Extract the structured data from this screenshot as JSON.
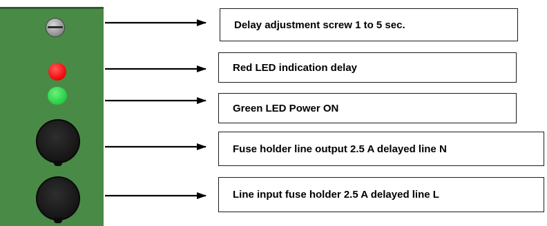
{
  "labels": {
    "screw": "Delay adjustment screw 1 to 5 sec.",
    "red_led": "Red LED indication delay",
    "green_led": "Green LED Power ON",
    "fuse_output": "Fuse holder line output 2.5 A delayed line N",
    "fuse_input": "Line input fuse holder 2.5 A delayed line L"
  },
  "colors": {
    "panel": "#4a8a47",
    "red_led": "#f01010",
    "green_led": "#2ed24a",
    "fuse": "#141414",
    "screw": "#9a9a9a"
  }
}
